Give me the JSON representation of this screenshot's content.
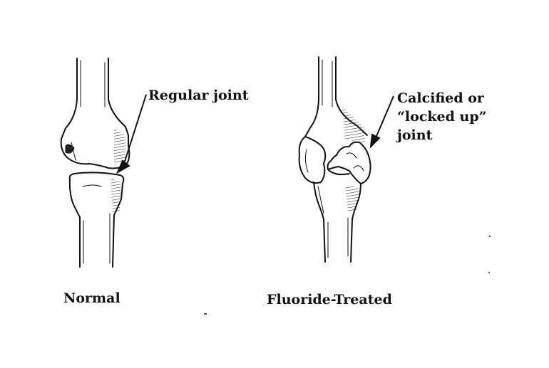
{
  "labels": {
    "regular_joint": "Regular joint",
    "calcified_line1": "Calcified or",
    "calcified_line2": "“locked up”",
    "calcified_line3": "joint"
  },
  "captions": {
    "normal": "Normal",
    "fluoride_treated": "Fluoride-Treated"
  },
  "colors": {
    "ink": "#111111",
    "background": "#ffffff"
  }
}
